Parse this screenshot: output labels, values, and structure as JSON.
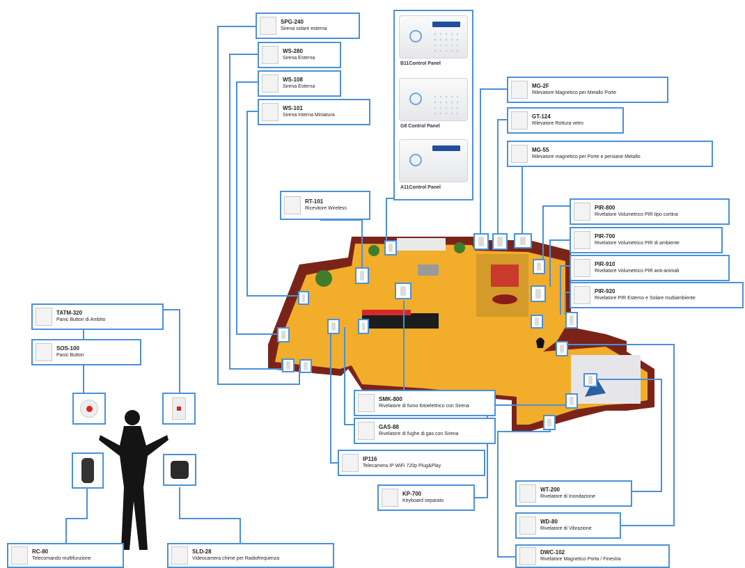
{
  "accent_color": "#4a90d9",
  "control_panels": [
    {
      "label": "B11Control Panel"
    },
    {
      "label": "G8 Control Panel"
    },
    {
      "label": "A11Control Panel"
    }
  ],
  "devices": [
    {
      "code": "SPG-240",
      "desc": "Sirena solare esterna"
    },
    {
      "code": "WS-280",
      "desc": "Sirena Esterna"
    },
    {
      "code": "WS-108",
      "desc": "Sirena Esterna"
    },
    {
      "code": "WS-101",
      "desc": "Sirena Interna Miniatura"
    },
    {
      "code": "RT-101",
      "desc": "Ricevitore Wireless"
    },
    {
      "code": "MG-2F",
      "desc": "Rilevatore Magnetico per Metallo Porte"
    },
    {
      "code": "GT-124",
      "desc": "Rilevatore Rottura vetro"
    },
    {
      "code": "MG-55",
      "desc": "Rilevatore magnetico per Porte e persiane Metallo"
    },
    {
      "code": "PIR-800",
      "desc": "Rivelatore Volumetrico PIR tipo cortina"
    },
    {
      "code": "PIR-700",
      "desc": "Rivelatore Volumetrico PIR di ambiente"
    },
    {
      "code": "PIR-910",
      "desc": "Rivelatore Volumetrico PIR anti-animali"
    },
    {
      "code": "PIR-920",
      "desc": "Rivelatore PIR Esterno e Solare multiambiente"
    },
    {
      "code": "TATM-320",
      "desc": "Panic Button di Ambito"
    },
    {
      "code": "SOS-100",
      "desc": "Panic Button"
    },
    {
      "code": "SMK-800",
      "desc": "Rivelatore di fumo fotoelettrico con Sirena"
    },
    {
      "code": "GAS-88",
      "desc": "Rivelatore di fughe di gas con Sirena"
    },
    {
      "code": "IP116",
      "desc": "Telecamera IP WiFi 720p Plug&Play"
    },
    {
      "code": "KP-700",
      "desc": "Keyboard separato"
    },
    {
      "code": "WT-200",
      "desc": "Rivelatore di Inondazione"
    },
    {
      "code": "WD-80",
      "desc": "Rivelatore di Vibrazione"
    },
    {
      "code": "DWC-102",
      "desc": "Rivelatore Magnetico Porta / Finestra"
    },
    {
      "code": "RC-80",
      "desc": "Telecomando multifunzione"
    },
    {
      "code": "SLD-28",
      "desc": "Videocamera chime per Radiofrequenza"
    }
  ]
}
